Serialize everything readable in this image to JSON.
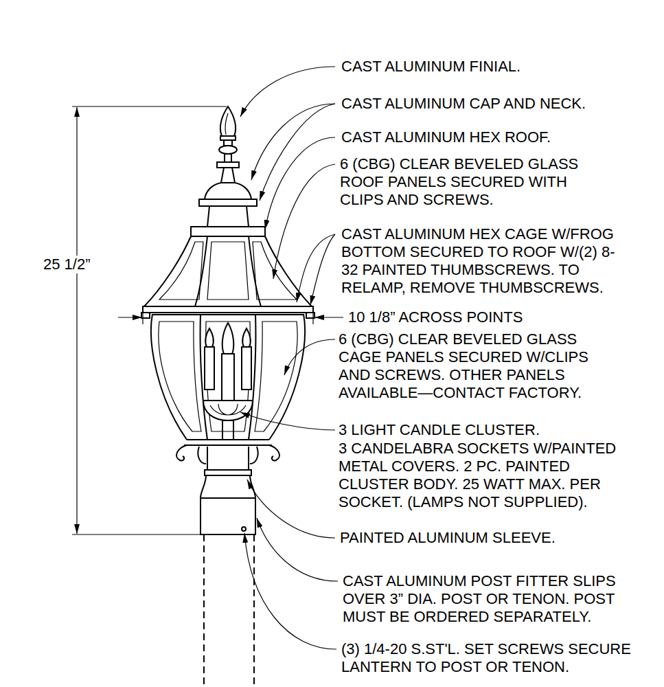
{
  "diagram": {
    "labels": [
      "CAST ALUMINUM FINIAL.",
      "CAST ALUMINUM CAP AND NECK.",
      "CAST ALUMINUM HEX ROOF.",
      "6 (CBG) CLEAR BEVELED GLASS ROOF PANELS SECURED WITH CLIPS AND SCREWS.",
      "CAST ALUMINUM HEX CAGE W/FROG BOTTOM SECURED TO ROOF W/(2) 8-32 PAINTED THUMBSCREWS. TO RELAMP, REMOVE THUMBSCREWS.",
      "10 1/8” ACROSS POINTS",
      "6 (CBG) CLEAR BEVELED GLASS CAGE PANELS SECURED W/CLIPS AND SCREWS. OTHER PANELS AVAILABLE—CONTACT FACTORY.",
      "3 LIGHT CANDLE CLUSTER.",
      "3 CANDELABRA SOCKETS W/PAINTED METAL COVERS. 2 PC. PAINTED CLUSTER BODY. 25 WATT MAX. PER SOCKET. (LAMPS NOT SUPPLIED).",
      "PAINTED ALUMINUM SLEEVE.",
      "CAST ALUMINUM POST FITTER SLIPS OVER 3” DIA. POST OR TENON. POST MUST BE ORDERED SEPARATELY.",
      "(3) 1/4-20 S.ST'L. SET SCREWS SECURE LANTERN TO POST OR TENON.",
      "25 1/2”"
    ]
  }
}
